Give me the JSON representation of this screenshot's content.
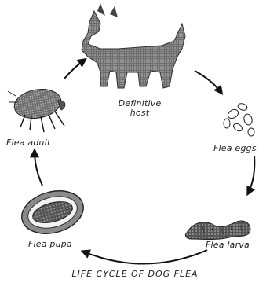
{
  "diagram": {
    "stages": {
      "host": "Definitive host",
      "eggs": "Flea eggs",
      "larva": "Flea larva",
      "pupa": "Flea pupa",
      "adult": "Flea adult"
    },
    "caption": "LIFE CYCLE OF DOG FLEA"
  }
}
